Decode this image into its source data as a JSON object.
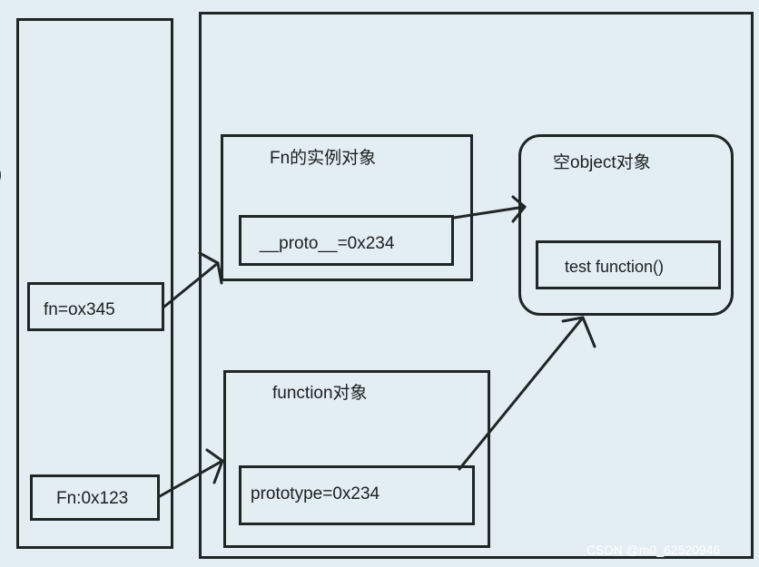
{
  "stack": {
    "fn_var": "fn=ox345",
    "Fn_var": "Fn:0x123"
  },
  "heap": {
    "instance": {
      "title": "Fn的实例对象",
      "proto": "__proto__=0x234"
    },
    "empty_object": {
      "title": "空object对象",
      "method": "test function()"
    },
    "function_object": {
      "title": "function对象",
      "prototype": "prototype=0x234"
    }
  },
  "edge_glyph": ")",
  "watermark": "CSDN @m0_62520946",
  "colors": {
    "background": "#e2eef2",
    "stroke": "#1e2626",
    "text": "#1b1f1f"
  }
}
